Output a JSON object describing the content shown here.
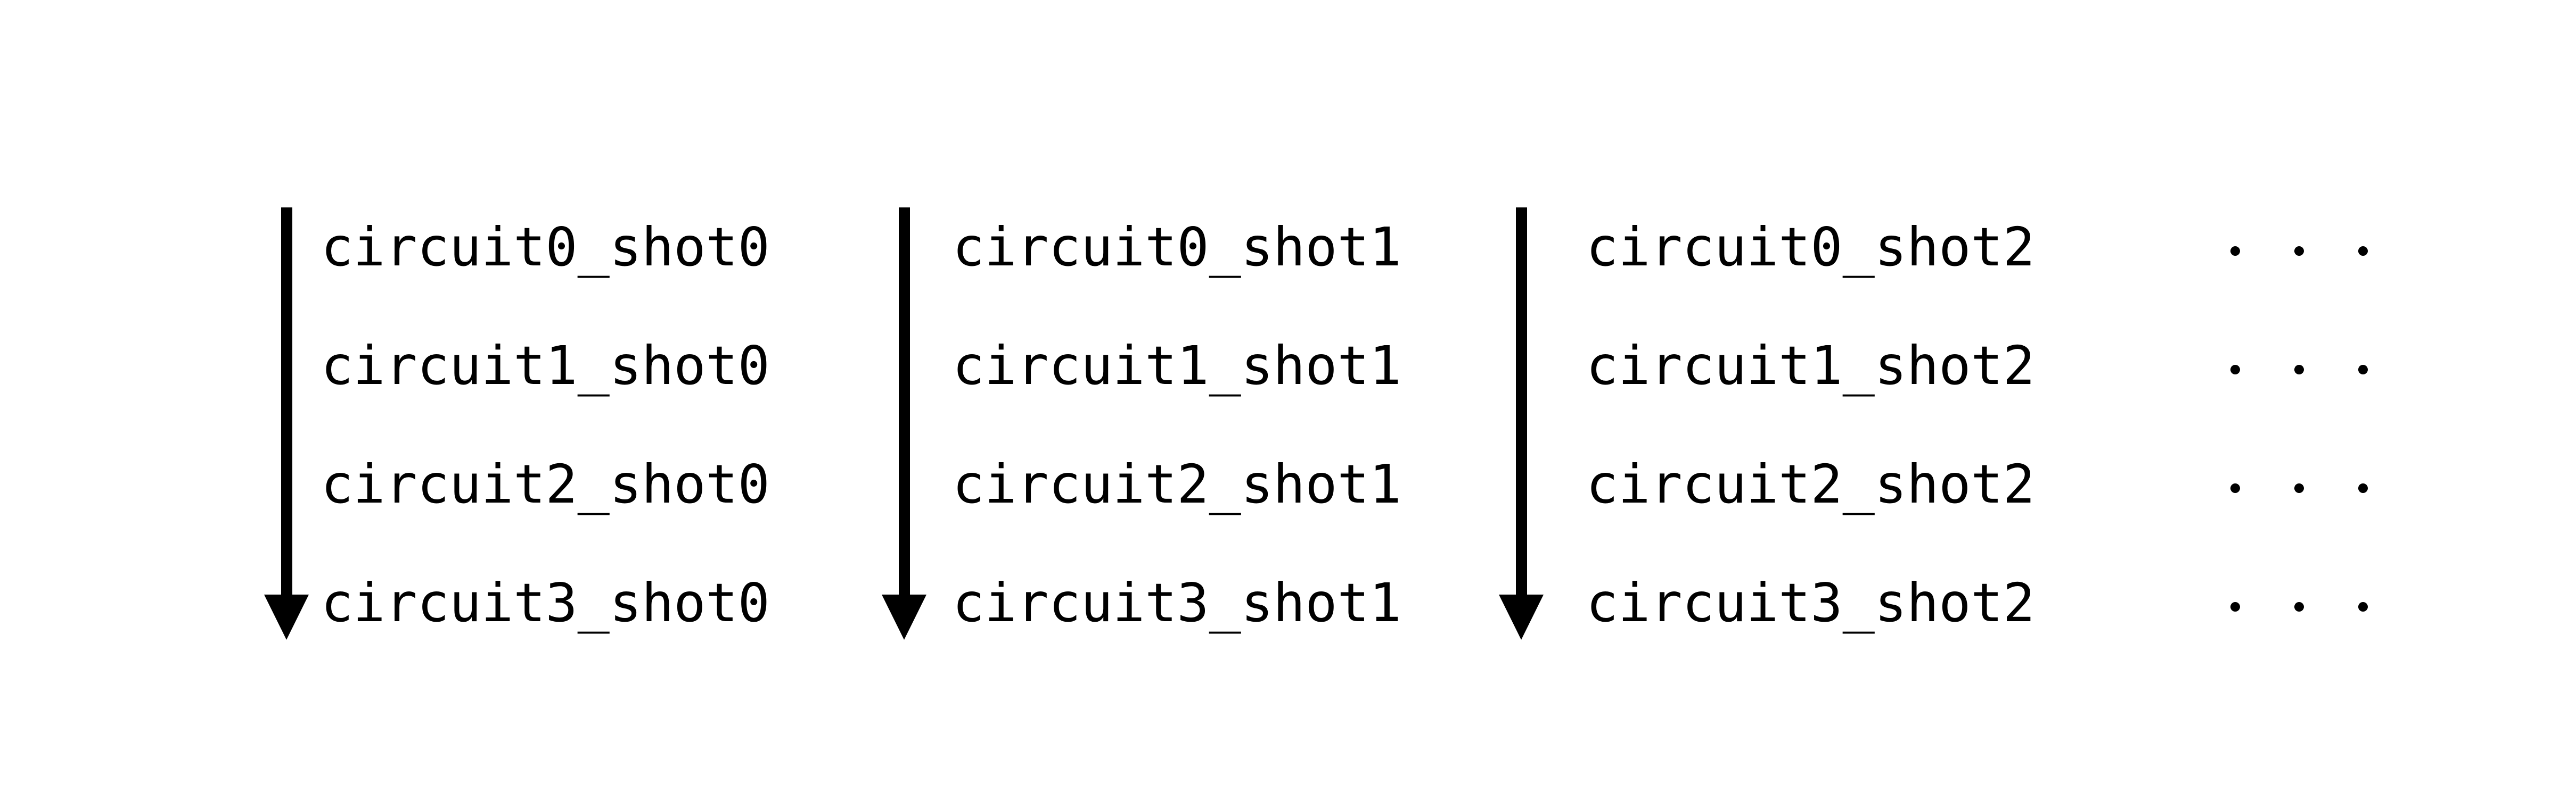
{
  "diagram": {
    "description": "Shot-branching execution order diagram: each vertical arrow shows circuits executed top-to-bottom within one shot; columns repeat per shot; trailing dots indicate continuation",
    "colors": {
      "ink": "#000000",
      "background": "#ffffff"
    },
    "icons": {
      "arrow": "down-arrow-icon",
      "ellipsis": "ellipsis-dot"
    },
    "columns": [
      {
        "shot": "shot0",
        "labels": [
          "circuit0_shot0",
          "circuit1_shot0",
          "circuit2_shot0",
          "circuit3_shot0"
        ]
      },
      {
        "shot": "shot1",
        "labels": [
          "circuit0_shot1",
          "circuit1_shot1",
          "circuit2_shot1",
          "circuit3_shot1"
        ]
      },
      {
        "shot": "shot2",
        "labels": [
          "circuit0_shot2",
          "circuit1_shot2",
          "circuit2_shot2",
          "circuit3_shot2"
        ]
      }
    ],
    "continuation": {
      "rows": 4,
      "dots_per_row": 3
    }
  }
}
